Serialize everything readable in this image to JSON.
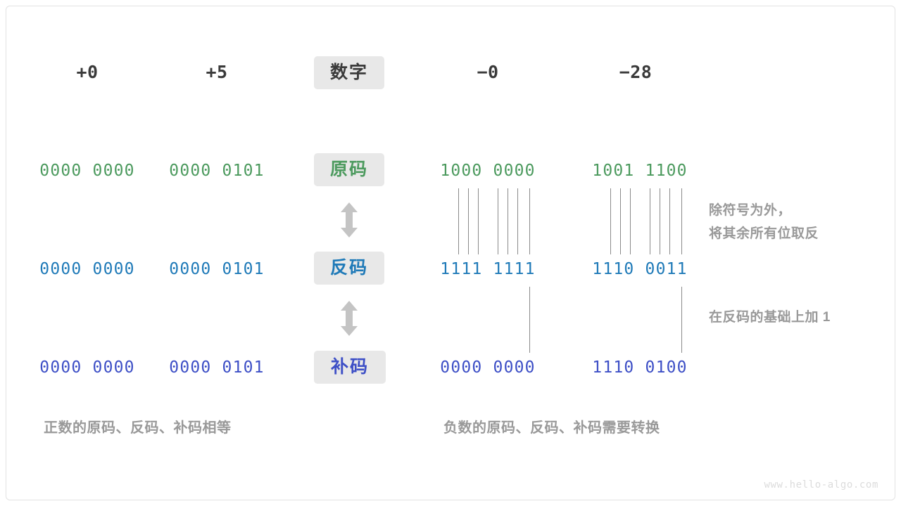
{
  "figure": {
    "watermark": "www.hello-algo.com",
    "colors": {
      "true_code": "#4c9a5e",
      "inverse_code": "#1f7ab8",
      "complement_code": "#3d4fc6",
      "header": "#3a3a3a",
      "note": "#999999",
      "pill_bg": "#e8e8e8",
      "connector": "#8a8a8a",
      "background": "#ffffff"
    }
  },
  "columns": {
    "header_label": "数字",
    "positive": [
      {
        "number": "+0"
      },
      {
        "number": "+5"
      }
    ],
    "negative": [
      {
        "number": "−0"
      },
      {
        "number": "−28"
      }
    ]
  },
  "rows": [
    {
      "label": "原码",
      "key": "true_code"
    },
    {
      "label": "反码",
      "key": "inverse_code"
    },
    {
      "label": "补码",
      "key": "complement_code"
    }
  ],
  "values": {
    "true_code": {
      "plus0": "0000 0000",
      "plus5": "0000 0101",
      "minus0": "1000 0000",
      "minus28": "1001 1100"
    },
    "inverse_code": {
      "plus0": "0000 0000",
      "plus5": "0000 0101",
      "minus0": "1111 1111",
      "minus28": "1110 0011"
    },
    "complement_code": {
      "plus0": "0000 0000",
      "plus5": "0000 0101",
      "minus0": "0000 0000",
      "minus28": "1110 0100"
    }
  },
  "notes": {
    "invert": "除符号为外，\n将其余所有位取反",
    "add_one": "在反码的基础上加 1"
  },
  "captions": {
    "positive": "正数的原码、反码、补码相等",
    "negative": "负数的原码、反码、补码需要转换"
  },
  "arrows": {
    "true_to_inverse": "double-headed-vertical-arrow",
    "inverse_to_complement": "double-headed-vertical-arrow"
  }
}
